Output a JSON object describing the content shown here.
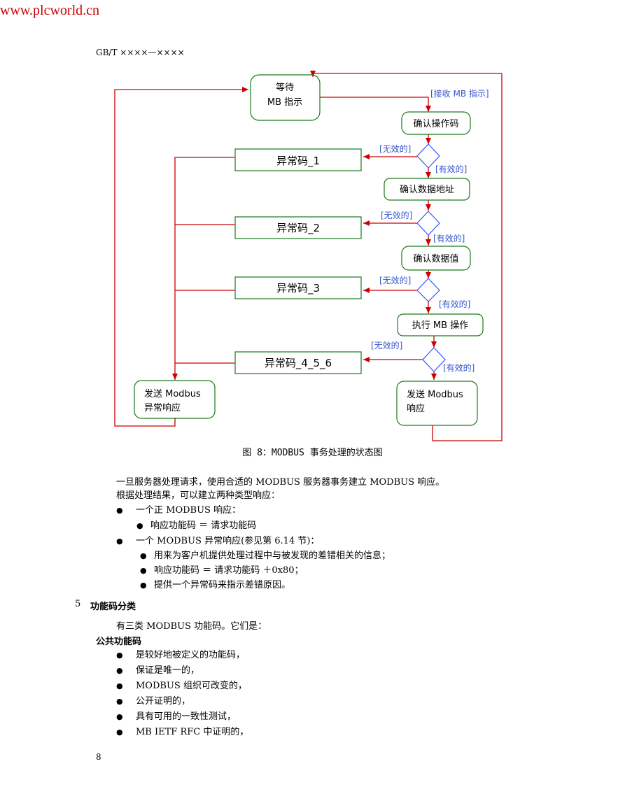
{
  "watermark": "www.plcworld.cn",
  "header": "GB/T ××××—××××",
  "diagram": {
    "wait_line1": "等待",
    "wait_line2": "MB 指示",
    "recv_label": "[接收 MB 指示]",
    "confirm_op": "确认操作码",
    "confirm_addr": "确认数据地址",
    "confirm_val": "确认数据值",
    "exec_op": "执行 MB 操作",
    "invalid": "[无效的]",
    "valid": "[有效的]",
    "exc1": "异常码_1",
    "exc2": "异常码_2",
    "exc3": "异常码_3",
    "exc456": "异常码_4_5_6",
    "send_exc_line1": "发送  Modbus",
    "send_exc_line2": "异常响应",
    "send_resp_line1": "发送  Modbus",
    "send_resp_line2": "响应",
    "colors": {
      "line": "#cc0000",
      "box": "#1a7a1a",
      "label": "#3355cc",
      "diamond": "#3355ff"
    }
  },
  "caption": "图 8：MODBUS 事务处理的状态图",
  "para1": "一旦服务器处理请求，使用合适的 MODBUS 服务器事务建立 MODBUS 响应。",
  "para2": "根据处理结果，可以建立两种类型响应：",
  "list1": {
    "item": "一个正 MODBUS 响应：",
    "sub": [
      "响应功能码 ＝ 请求功能码"
    ]
  },
  "list2": {
    "item": "一个 MODBUS 异常响应(参见第 6.14 节)：",
    "sub": [
      "用来为客户机提供处理过程中与被发现的差错相关的信息；",
      "响应功能码 ＝ 请求功能码 ＋0x80；",
      "提供一个异常码来指示差错原因。"
    ]
  },
  "section": {
    "number": "5",
    "title": "功能码分类"
  },
  "para3": "有三类 MODBUS 功能码。它们是：",
  "subsection": "公共功能码",
  "public_items": [
    "是较好地被定义的功能码，",
    "保证是唯一的，",
    "MODBUS 组织可改变的，",
    "公开证明的，",
    "具有可用的一致性测试，",
    "MB IETF RFC 中证明的，"
  ],
  "bullet": "●",
  "page_number": "8"
}
